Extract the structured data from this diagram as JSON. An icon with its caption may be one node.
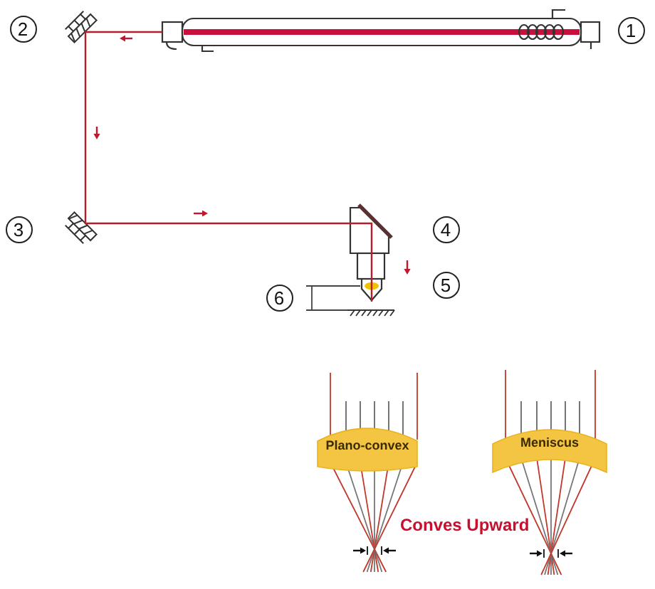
{
  "diagram": {
    "nodes": [
      {
        "text": [
          "Plano-convex"
        ]
      },
      {
        "text": [
          "Meniscus"
        ]
      }
    ],
    "labels": [
      "2",
      "1",
      "3",
      "4",
      "5",
      "6",
      "Conves Upward"
    ]
  }
}
